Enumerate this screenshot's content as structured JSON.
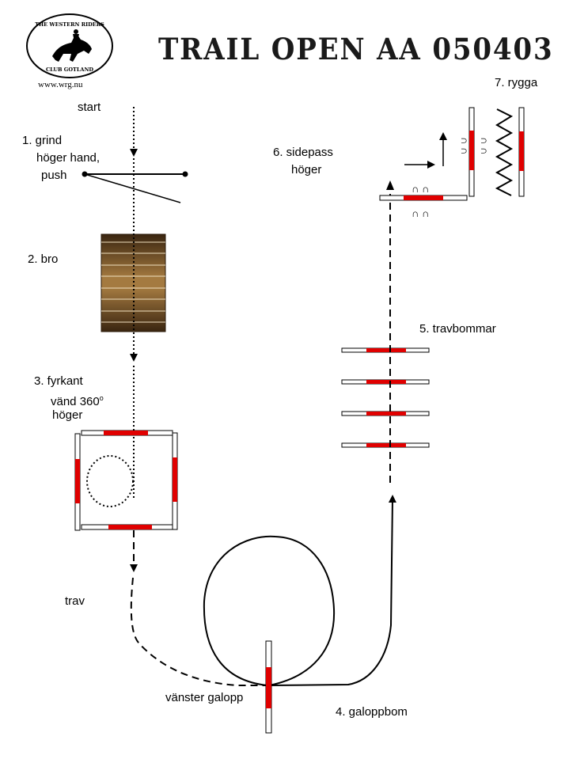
{
  "header": {
    "title": "TRAIL OPEN AA 050403",
    "url": "www.wrg.nu",
    "logo_text_top": "THE WESTERN RIDERS",
    "logo_text_bottom": "CLUB GOTLAND"
  },
  "labels": {
    "start": "start",
    "grind_1": "1. grind",
    "grind_2": "höger hand,",
    "grind_3": "push",
    "bro": "2. bro",
    "fyrkant_1": "3. fyrkant",
    "fyrkant_2": "vänd 360",
    "fyrkant_2_sup": "o",
    "fyrkant_3": "höger",
    "trav": "trav",
    "vanster_galopp": "vänster galopp",
    "galoppbom": "4. galoppbom",
    "travbommar": "5. travbommar",
    "sidepass_1": "6. sidepass",
    "sidepass_2": "höger",
    "rygga": "7. rygga"
  },
  "colors": {
    "pole_red": "#e00000",
    "pole_white": "#ffffff",
    "outline": "#000000",
    "bridge_light": "#a07840",
    "bridge_dark": "#3a2510"
  }
}
